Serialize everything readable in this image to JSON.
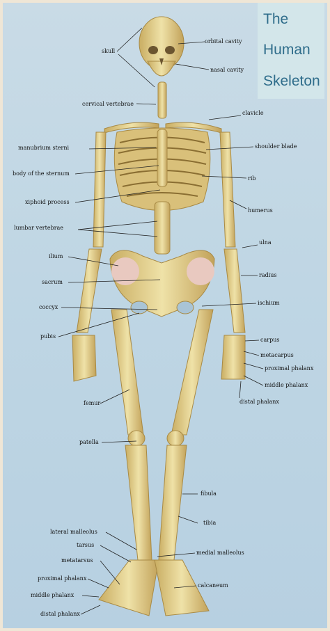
{
  "title": {
    "line1": "The",
    "line2": "Human",
    "line3": "Skeleton"
  },
  "labels": {
    "skull": "skull",
    "orbital_cavity": "orbital cavity",
    "nasal_cavity": "nasal cavity",
    "cervical_vertebrae": "cervical vertebrae",
    "clavicle": "clavicle",
    "manubrium_sterni": "manubrium sterni",
    "shoulder_blade": "shoulder blade",
    "body_of_sternum": "body of the sternum",
    "rib": "rib",
    "xiphoid_process": "xiphoid process",
    "humerus": "humerus",
    "lumbar_vertebrae": "lumbar vertebrae",
    "ulna": "ulna",
    "ilium": "ilium",
    "radius": "radius",
    "sacrum": "sacrum",
    "ischium": "ischium",
    "coccyx": "coccyx",
    "pubis": "pubis",
    "carpus": "carpus",
    "metacarpus": "metacarpus",
    "proximal_phalanx_hand": "proximal phalanx",
    "middle_phalanx_hand": "middle phalanx",
    "distal_phalanx_hand": "distal phalanx",
    "femur": "femur",
    "patella": "patella",
    "fibula": "fibula",
    "tibia": "tibia",
    "lateral_malleolus": "lateral malleolus",
    "tarsus": "tarsus",
    "medial_malleolus": "medial malleolus",
    "metatarsus": "metatarsus",
    "proximal_phalanx_foot": "proximal phalanx",
    "calcaneum": "calcaneum",
    "middle_phalanx_foot": "middle phalanx",
    "distal_phalanx_foot": "distal phalanx"
  },
  "colors": {
    "bone": "#e8d89a",
    "bone_shadow": "#b99a55",
    "background": "#c3d8e5",
    "title_text": "#2f6d8b",
    "pelvis_pink": "#e9c9c0"
  }
}
